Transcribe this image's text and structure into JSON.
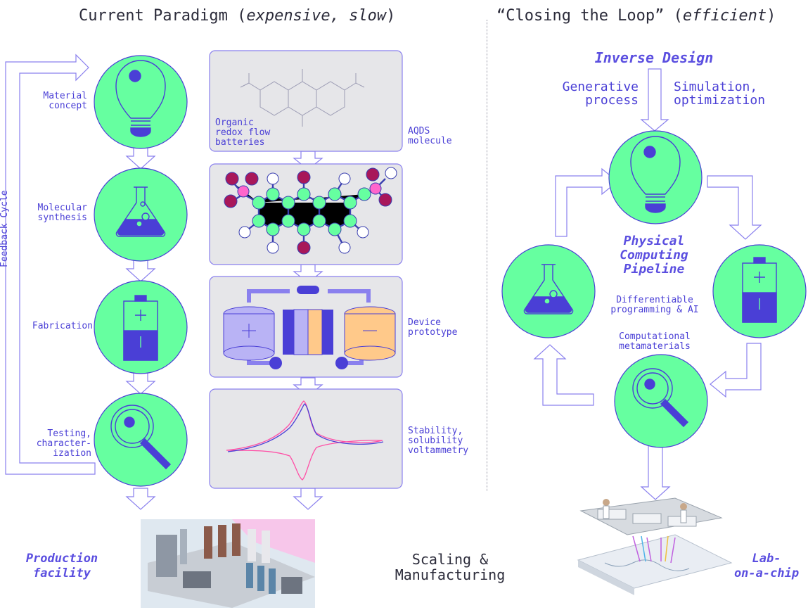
{
  "left_title": {
    "main": "Current Paradigm (",
    "italic": "expensive, slow",
    "end": ")"
  },
  "right_title": {
    "main": "“Closing the Loop” (",
    "italic": "efficient",
    "end": ")"
  },
  "feedback_label": "Feedback Cycle",
  "stages": {
    "concept": "Material\nconcept",
    "synthesis": "Molecular\nsynthesis",
    "fabrication": "Fabrication",
    "testing": "Testing,\ncharacter-\nization"
  },
  "panels": {
    "organic": "Organic\nredox flow\nbatteries",
    "aqds": "AQDS\nmolecule",
    "device": "Device\nprototype",
    "stability": "Stability,\nsolubility\nvoltammetry"
  },
  "right": {
    "inverse_design": "Inverse Design",
    "generative": "Generative\nprocess",
    "simulation": "Simulation,\noptimization",
    "pipeline": "Physical\nComputing\nPipeline",
    "differentiable": "Differentiable\nprogramming & AI",
    "metamaterials": "Computational\nmetamaterials"
  },
  "bottom": {
    "production": "Production\nfacility",
    "scaling": "Scaling &\nManufacturing",
    "lab": "Lab-\non-a-chip"
  },
  "colors": {
    "circle_fill": "#66ffa0",
    "accent": "#4a3fd6",
    "panel_fill": "#e6e6e9",
    "atom_red": "#a8175a",
    "atom_pink": "#ff66cc",
    "tank_orange": "#ffc98a"
  },
  "icons": [
    "lightbulb-icon",
    "flask-icon",
    "battery-icon",
    "magnifier-icon"
  ]
}
